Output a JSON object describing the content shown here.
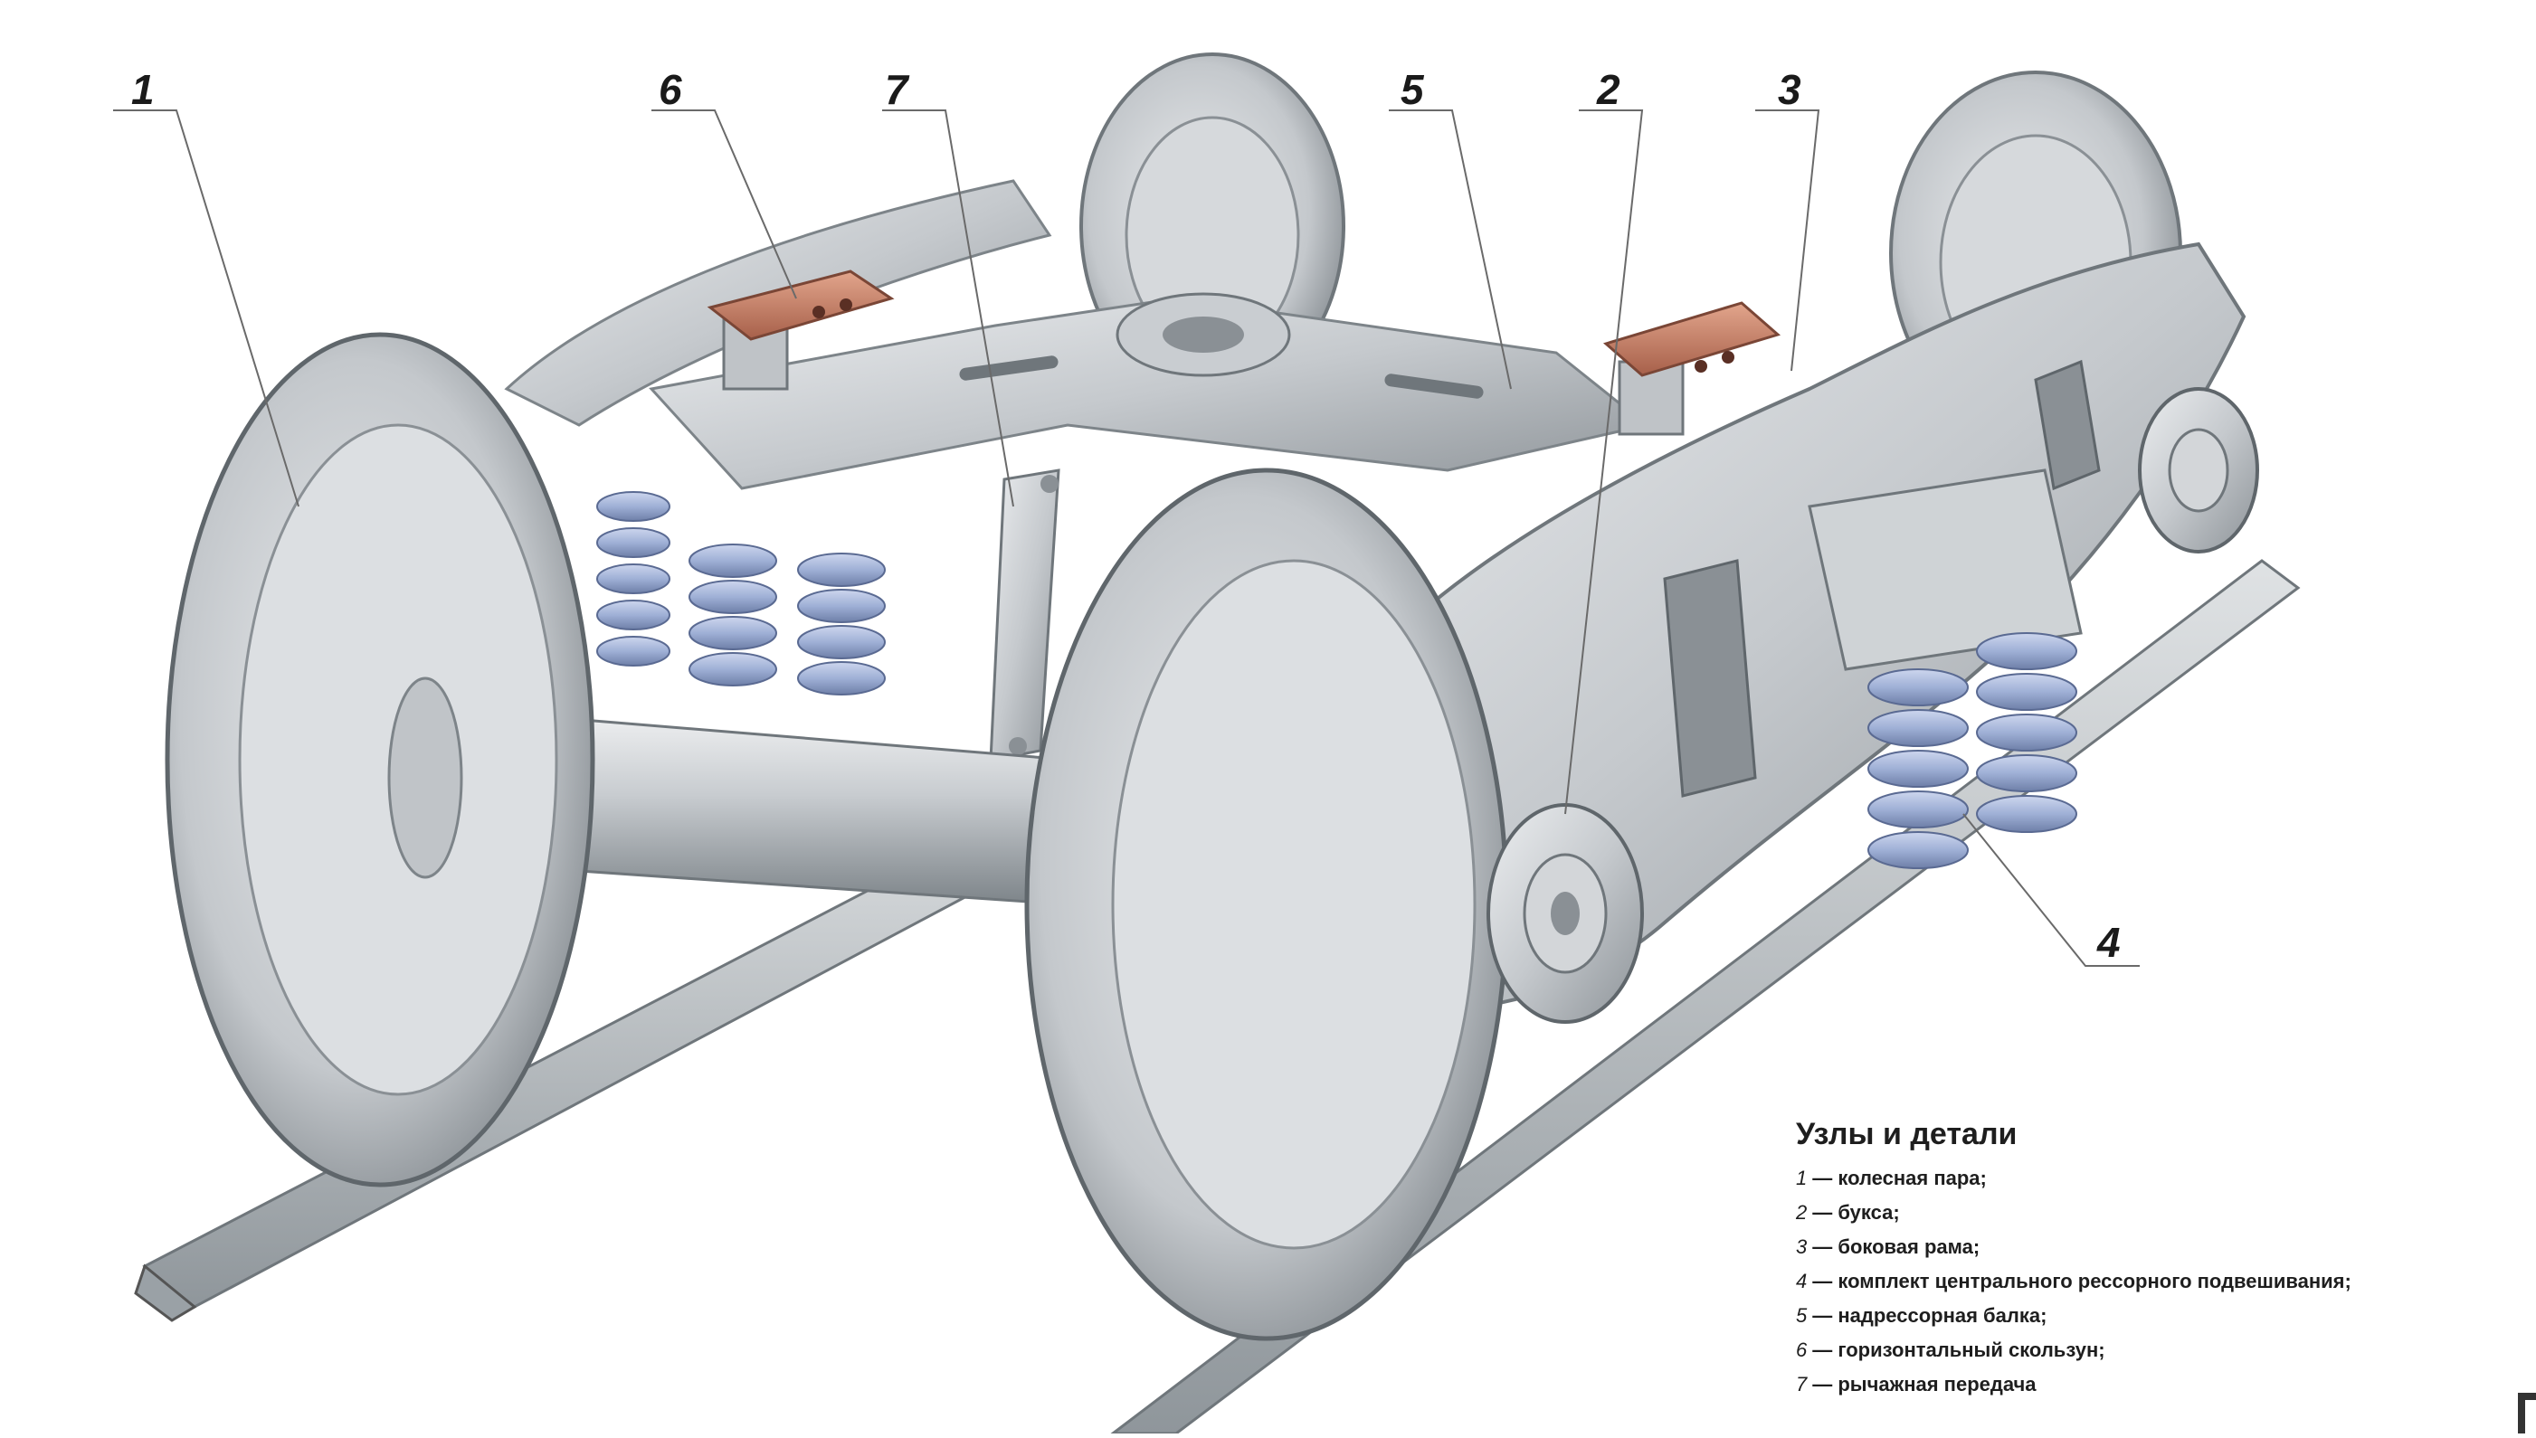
{
  "callouts": [
    {
      "id": "1",
      "label": "1"
    },
    {
      "id": "6",
      "label": "6"
    },
    {
      "id": "7",
      "label": "7"
    },
    {
      "id": "5",
      "label": "5"
    },
    {
      "id": "2",
      "label": "2"
    },
    {
      "id": "3",
      "label": "3"
    },
    {
      "id": "4",
      "label": "4"
    }
  ],
  "legend": {
    "title": "Узлы и детали",
    "items": [
      {
        "num": "1",
        "text": "— колесная пара;"
      },
      {
        "num": "2",
        "text": "— букса;"
      },
      {
        "num": "3",
        "text": "— боковая рама;"
      },
      {
        "num": "4",
        "text": "— комплект центрального рессорного подвешивания;"
      },
      {
        "num": "5",
        "text": "— надрессорная балка;"
      },
      {
        "num": "6",
        "text": "— горизонтальный скользун;"
      },
      {
        "num": "7",
        "text": "— рычажная передача"
      }
    ]
  },
  "colors": {
    "steel_light": "#d9dcdf",
    "steel_mid": "#b3b8bd",
    "steel_dark": "#7d8489",
    "spring_blue": "#9fb0d6",
    "spring_shadow": "#6e7fa8",
    "slider_copper": "#c9826a"
  }
}
